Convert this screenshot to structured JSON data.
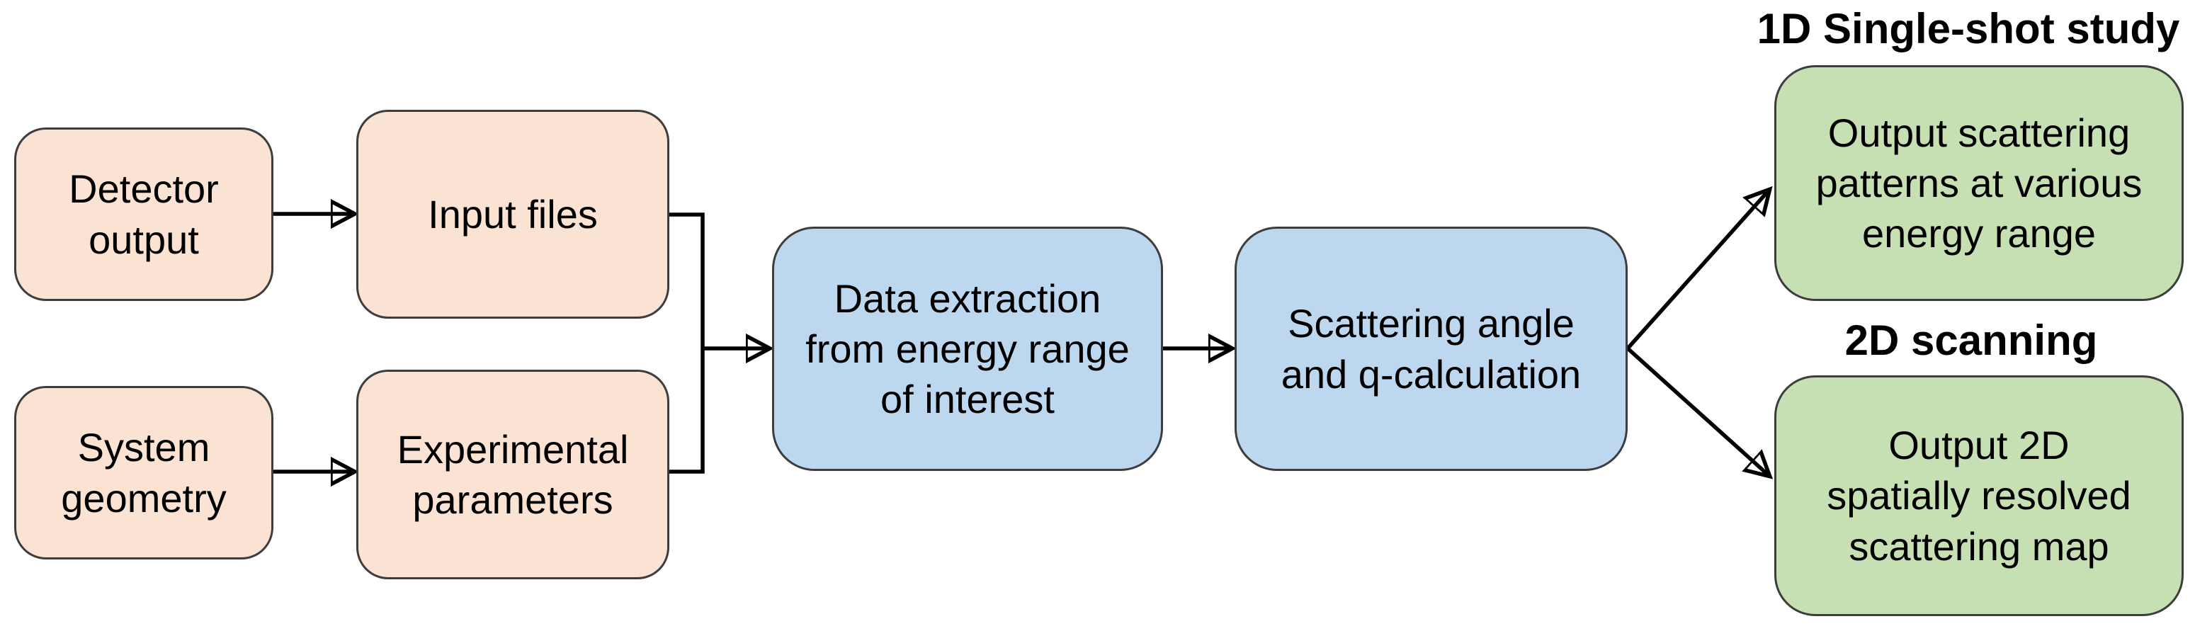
{
  "colors": {
    "background": "#FFFFFF",
    "peach": "#FBE3D3",
    "blue": "#BDD7EE",
    "green": "#C6E0B4",
    "border": "#3D3D3D",
    "arrow": "#000000",
    "text": "#000000"
  },
  "nodes": {
    "detector_output": {
      "label": "Detector\noutput"
    },
    "input_files": {
      "label": "Input files"
    },
    "system_geometry": {
      "label": "System\ngeometry"
    },
    "experimental_parameters": {
      "label": "Experimental\nparameters"
    },
    "data_extraction": {
      "label": "Data extraction\nfrom energy range\nof interest"
    },
    "scattering_angle": {
      "label": "Scattering angle\nand q-calculation"
    },
    "output_1d": {
      "label": "Output scattering\npatterns at various\nenergy range"
    },
    "output_2d": {
      "label": "Output 2D\nspatially resolved\nscattering map"
    }
  },
  "titles": {
    "single_shot": "1D Single-shot study",
    "scanning": "2D scanning"
  }
}
